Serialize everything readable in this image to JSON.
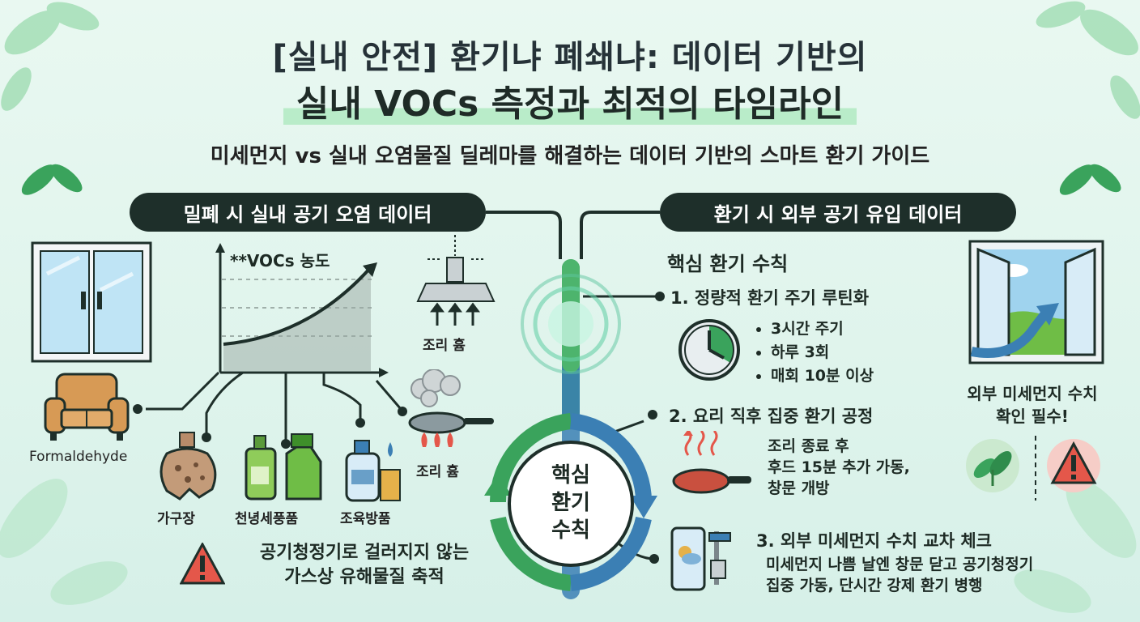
{
  "header": {
    "title_line1": "[실내 안전] 환기냐 폐쇄냐: 데이터 기반의",
    "title_line2": "실내 VOCs 측정과 최적의 타임라인",
    "subtitle": "미세먼지 vs 실내 오염물질 딜레마를 해결하는 데이터 기반의 스마트 환기 가이드"
  },
  "left": {
    "pill": "밀폐 시 실내 공기 오염 데이터",
    "chart_label": "**VOCs 농도",
    "sources": {
      "sofa": "Formaldehyde",
      "furniture": "가구장",
      "detergent": "천녕세풍품",
      "airfreshener": "조육방품",
      "hood": "조리 흄",
      "pan": "조리 흄"
    },
    "warning": [
      "공기청정기로 걸러지지 않는",
      "가스상 유해물질 축적"
    ]
  },
  "center": {
    "text": [
      "핵심",
      "환기",
      "수칙"
    ]
  },
  "right": {
    "pill": "환기 시 외부 공기 유입 데이터",
    "heading": "핵심 환기 수칙",
    "rule1": {
      "title": "1. 정량적 환기 주기 루틴화",
      "bullets": [
        "3시간 주기",
        "하루 3회",
        "매회 10분 이상"
      ]
    },
    "rule2": {
      "title": "2. 요리 직후 집중 환기 공정",
      "lines": [
        "조리 종료 후",
        "후드 15분 추가 가동,",
        "창문 개방"
      ]
    },
    "rule3": {
      "title": "3. 외부 미세먼지 수치 교차 체크",
      "lines": [
        "미세먼지 나쁨 날엔 창문 닫고 공기청정기",
        "집중 가동, 단시간 강제 환기 병행"
      ]
    },
    "check": [
      "외부 미세먼지 수치",
      "확인 필수!"
    ]
  },
  "colors": {
    "dark": "#1e2f2a",
    "green": "#3aa35c",
    "blue": "#3b7fb4",
    "warning_red": "#e4574a"
  }
}
